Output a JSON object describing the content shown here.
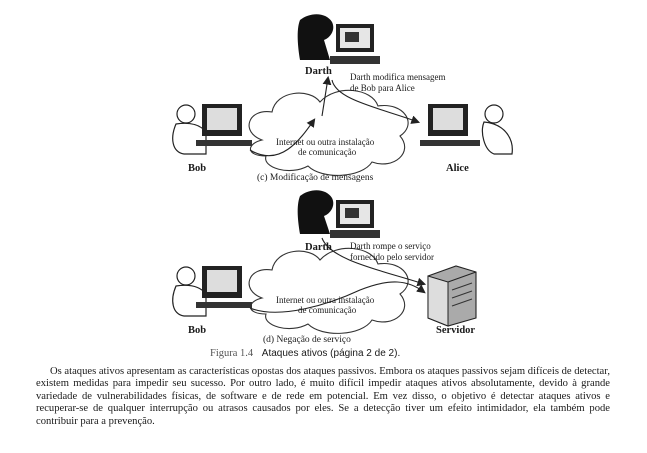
{
  "figure": {
    "panel_c": {
      "attacker_name": "Darth",
      "annotation_line1": "Darth modifica mensagem",
      "annotation_line2": "de Bob para Alice",
      "sender_name": "Bob",
      "receiver_name": "Alice",
      "cloud_line1": "Internet ou outra instalação",
      "cloud_line2": "de comunicação",
      "caption": "(c) Modificação de mensagens"
    },
    "panel_d": {
      "attacker_name": "Darth",
      "annotation_line1": "Darth rompe o serviço",
      "annotation_line2": "fornecido pelo servidor",
      "sender_name": "Bob",
      "receiver_name": "Servidor",
      "cloud_line1": "Internet ou outra instalação",
      "cloud_line2": "de comunicação",
      "caption": "(d) Negação de serviço"
    },
    "figure_number": "Figura 1.4",
    "figure_title": "Ataques ativos (página 2 de 2)."
  },
  "body_text": "Os ataques ativos apresentam as características opostas dos ataques passivos. Embora os ataques passivos sejam difíceis de detectar, existem medidas para impedir seu sucesso. Por outro lado, é muito difícil impedir ataques ativos absolutamente, devido à grande variedade de vulnerabilidades físicas, de software e de rede em potencial. Em vez disso, o objetivo é detectar ataques ativos e recuperar-se de qualquer interrupção ou atrasos causados por eles. Se a detecção tiver um efeito intimidador, ela também pode contribuir para a prevenção."
}
